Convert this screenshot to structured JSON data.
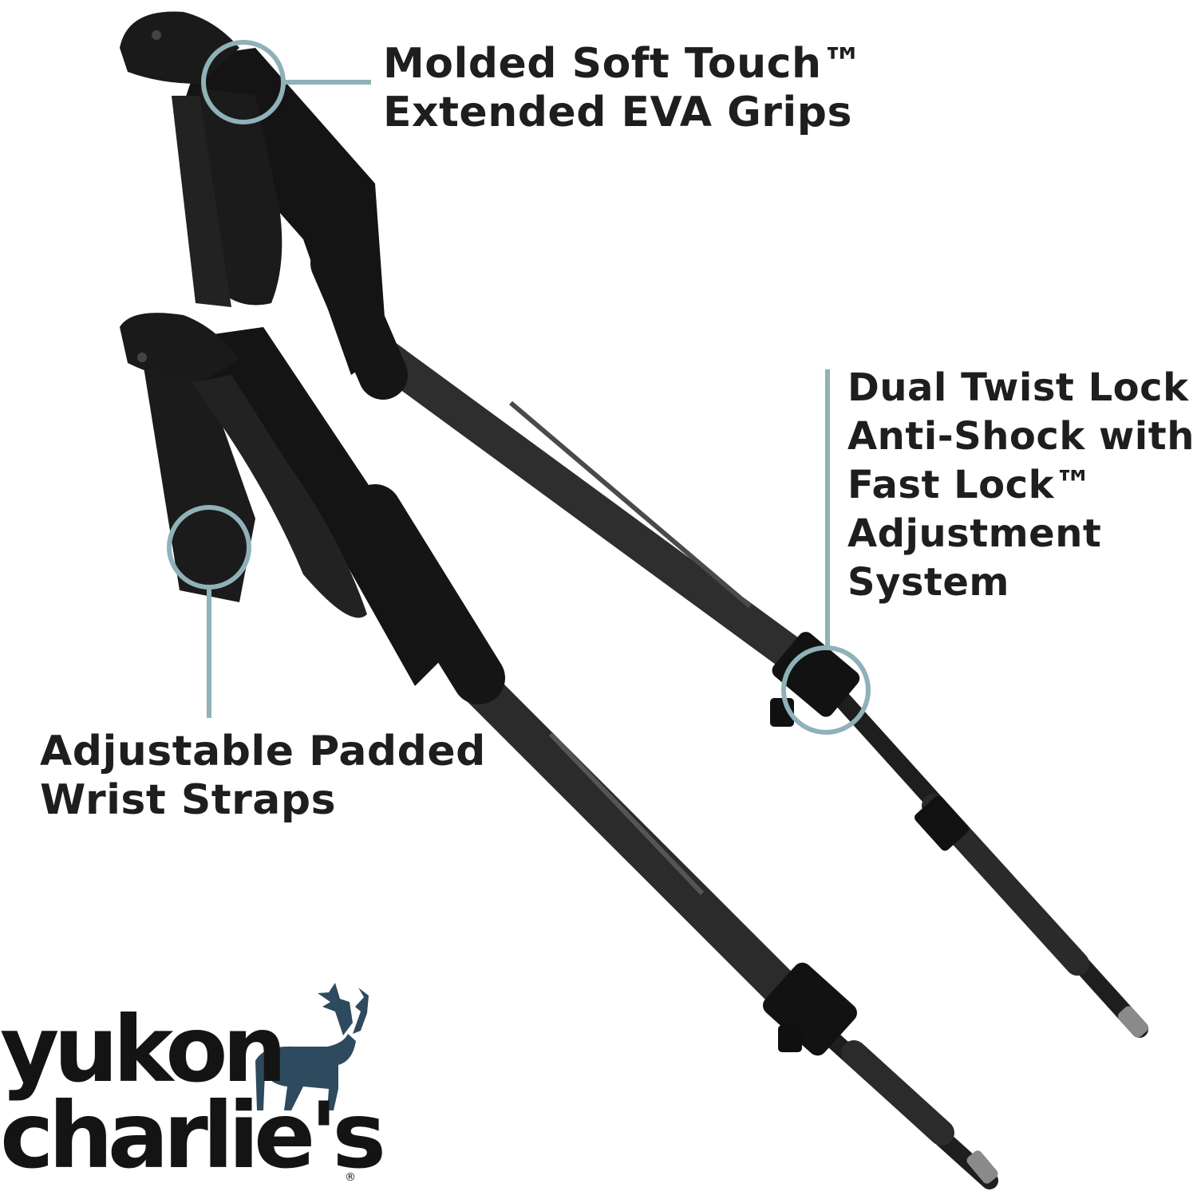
{
  "callouts": {
    "grips": {
      "lines": [
        "Molded Soft Touch™",
        "Extended EVA Grips"
      ]
    },
    "lock": {
      "lines": [
        "Dual Twist Lock",
        "Anti-Shock with",
        "Fast Lock™",
        "Adjustment",
        "System"
      ]
    },
    "straps": {
      "lines": [
        "Adjustable Padded",
        "Wrist Straps"
      ]
    }
  },
  "brand": {
    "lines": [
      "yukon",
      "charlie's"
    ],
    "registered_mark": "®",
    "logo_icon": "caribou-icon"
  },
  "colors": {
    "accent": "#8fb1b8",
    "pole": "#1c1c1c",
    "grip": "#141414",
    "brand_icon": "#2e4a5e"
  }
}
